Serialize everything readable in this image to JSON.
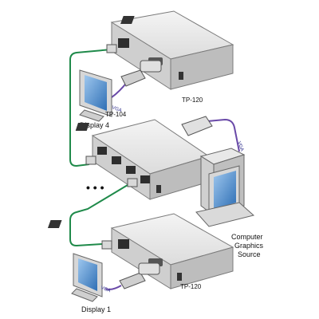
{
  "devices": {
    "top_unit": {
      "model": "TP-120"
    },
    "middle_unit": {
      "model": "TP-104"
    },
    "bottom_unit": {
      "model": "TP-120"
    }
  },
  "displays": {
    "display_top": {
      "label": "Display 4"
    },
    "display_bottom": {
      "label": "Display 1"
    }
  },
  "source": {
    "line1": "Computer",
    "line2": "Graphics",
    "line3": "Source"
  },
  "cables": {
    "vga_top": "VGA",
    "vga_source": "VGA",
    "vga_bottom": "VGA"
  },
  "ellipsis": "• • •",
  "colors": {
    "cat5_cable": "#1f8a4a",
    "vga_cable": "#6a4aa8",
    "device_body": "#e6e6e6",
    "device_edge": "#7a7a7a",
    "monitor_screen": "#4e8fd0"
  }
}
